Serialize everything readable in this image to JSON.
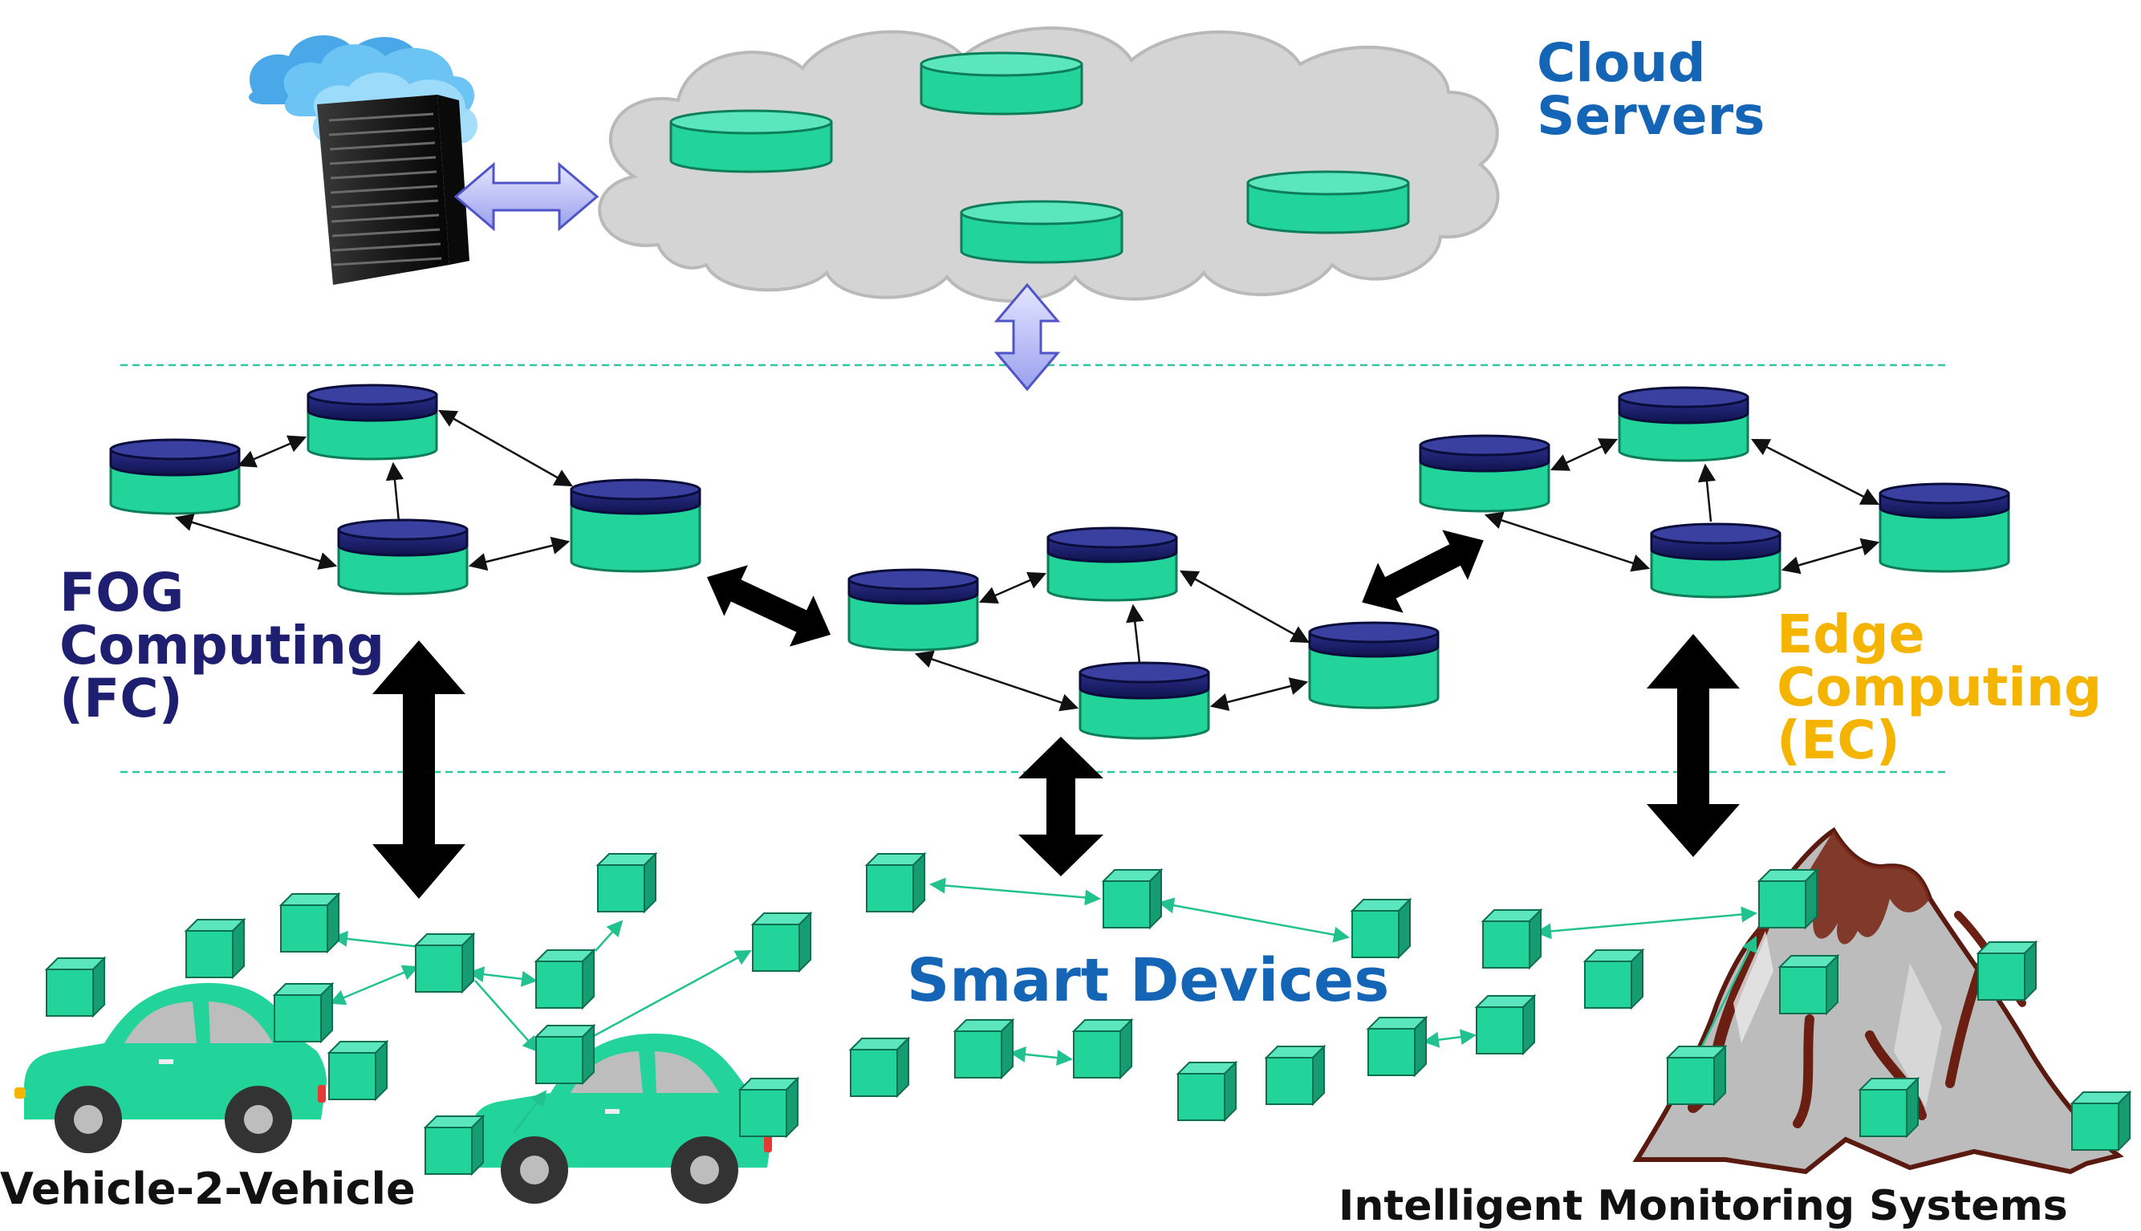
{
  "labels": {
    "cloud_servers": [
      "Cloud",
      "Servers"
    ],
    "fog_computing": [
      "FOG",
      "Computing",
      "(FC)"
    ],
    "edge_computing": [
      "Edge",
      "Computing",
      "(EC)"
    ],
    "smart_devices": "Smart Devices",
    "vehicle_to_vehicle": "Vehicle-2-Vehicle",
    "intelligent_monitoring": "Intelligent Monitoring Systems"
  },
  "colors": {
    "cloud_label": "#1565b7",
    "fog_label": "#1f1f72",
    "edge_label": "#f4b400",
    "node_green": "#22d39a",
    "node_navy": "#1a1f6e",
    "cloud_fill": "#d4d4d4",
    "dashed_line": "#2ec99a",
    "double_arrow": "#b8bdf5"
  },
  "icons": [
    "server-rack-icon",
    "cloud-icon",
    "database-node-icon",
    "sensor-cube-icon",
    "car-icon",
    "mountain-icon"
  ]
}
